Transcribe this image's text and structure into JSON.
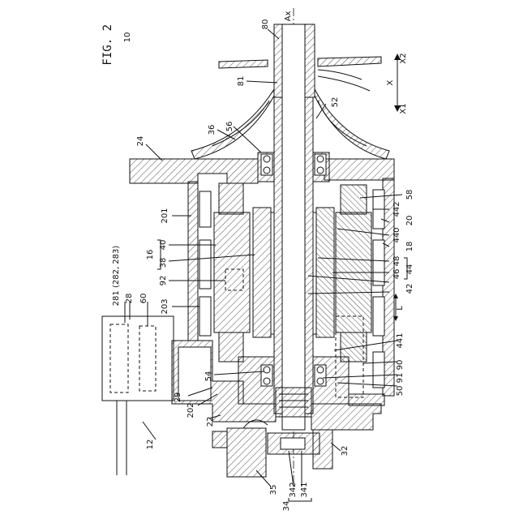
{
  "figure": {
    "title": "FIG. 2",
    "ref_main": "10"
  },
  "axis": {
    "ax": "Ax",
    "x": "X",
    "x1": "X1",
    "x2": "X2",
    "l": "L"
  },
  "labels": {
    "n80": "80",
    "n81": "81",
    "n52": "52",
    "n36": "36",
    "n56": "56",
    "n24": "24",
    "n58": "58",
    "n442": "442",
    "n20": "20",
    "n201": "201",
    "n440": "440",
    "n18": "18",
    "n16": "16",
    "n40": "40",
    "n38": "38",
    "n48": "48",
    "n46": "46",
    "n44": "44",
    "n92": "92",
    "n42": "42",
    "n281": "281 (282, 283)",
    "n28": "28",
    "n60": "60",
    "n203": "203",
    "n441": "441",
    "n90": "90",
    "n54": "54",
    "n91": "91",
    "n50": "50",
    "n29": "29",
    "n202": "202",
    "n22": "22",
    "n12": "12",
    "n32": "32",
    "n35": "35",
    "n342": "342",
    "n341": "341",
    "n34": "34"
  }
}
